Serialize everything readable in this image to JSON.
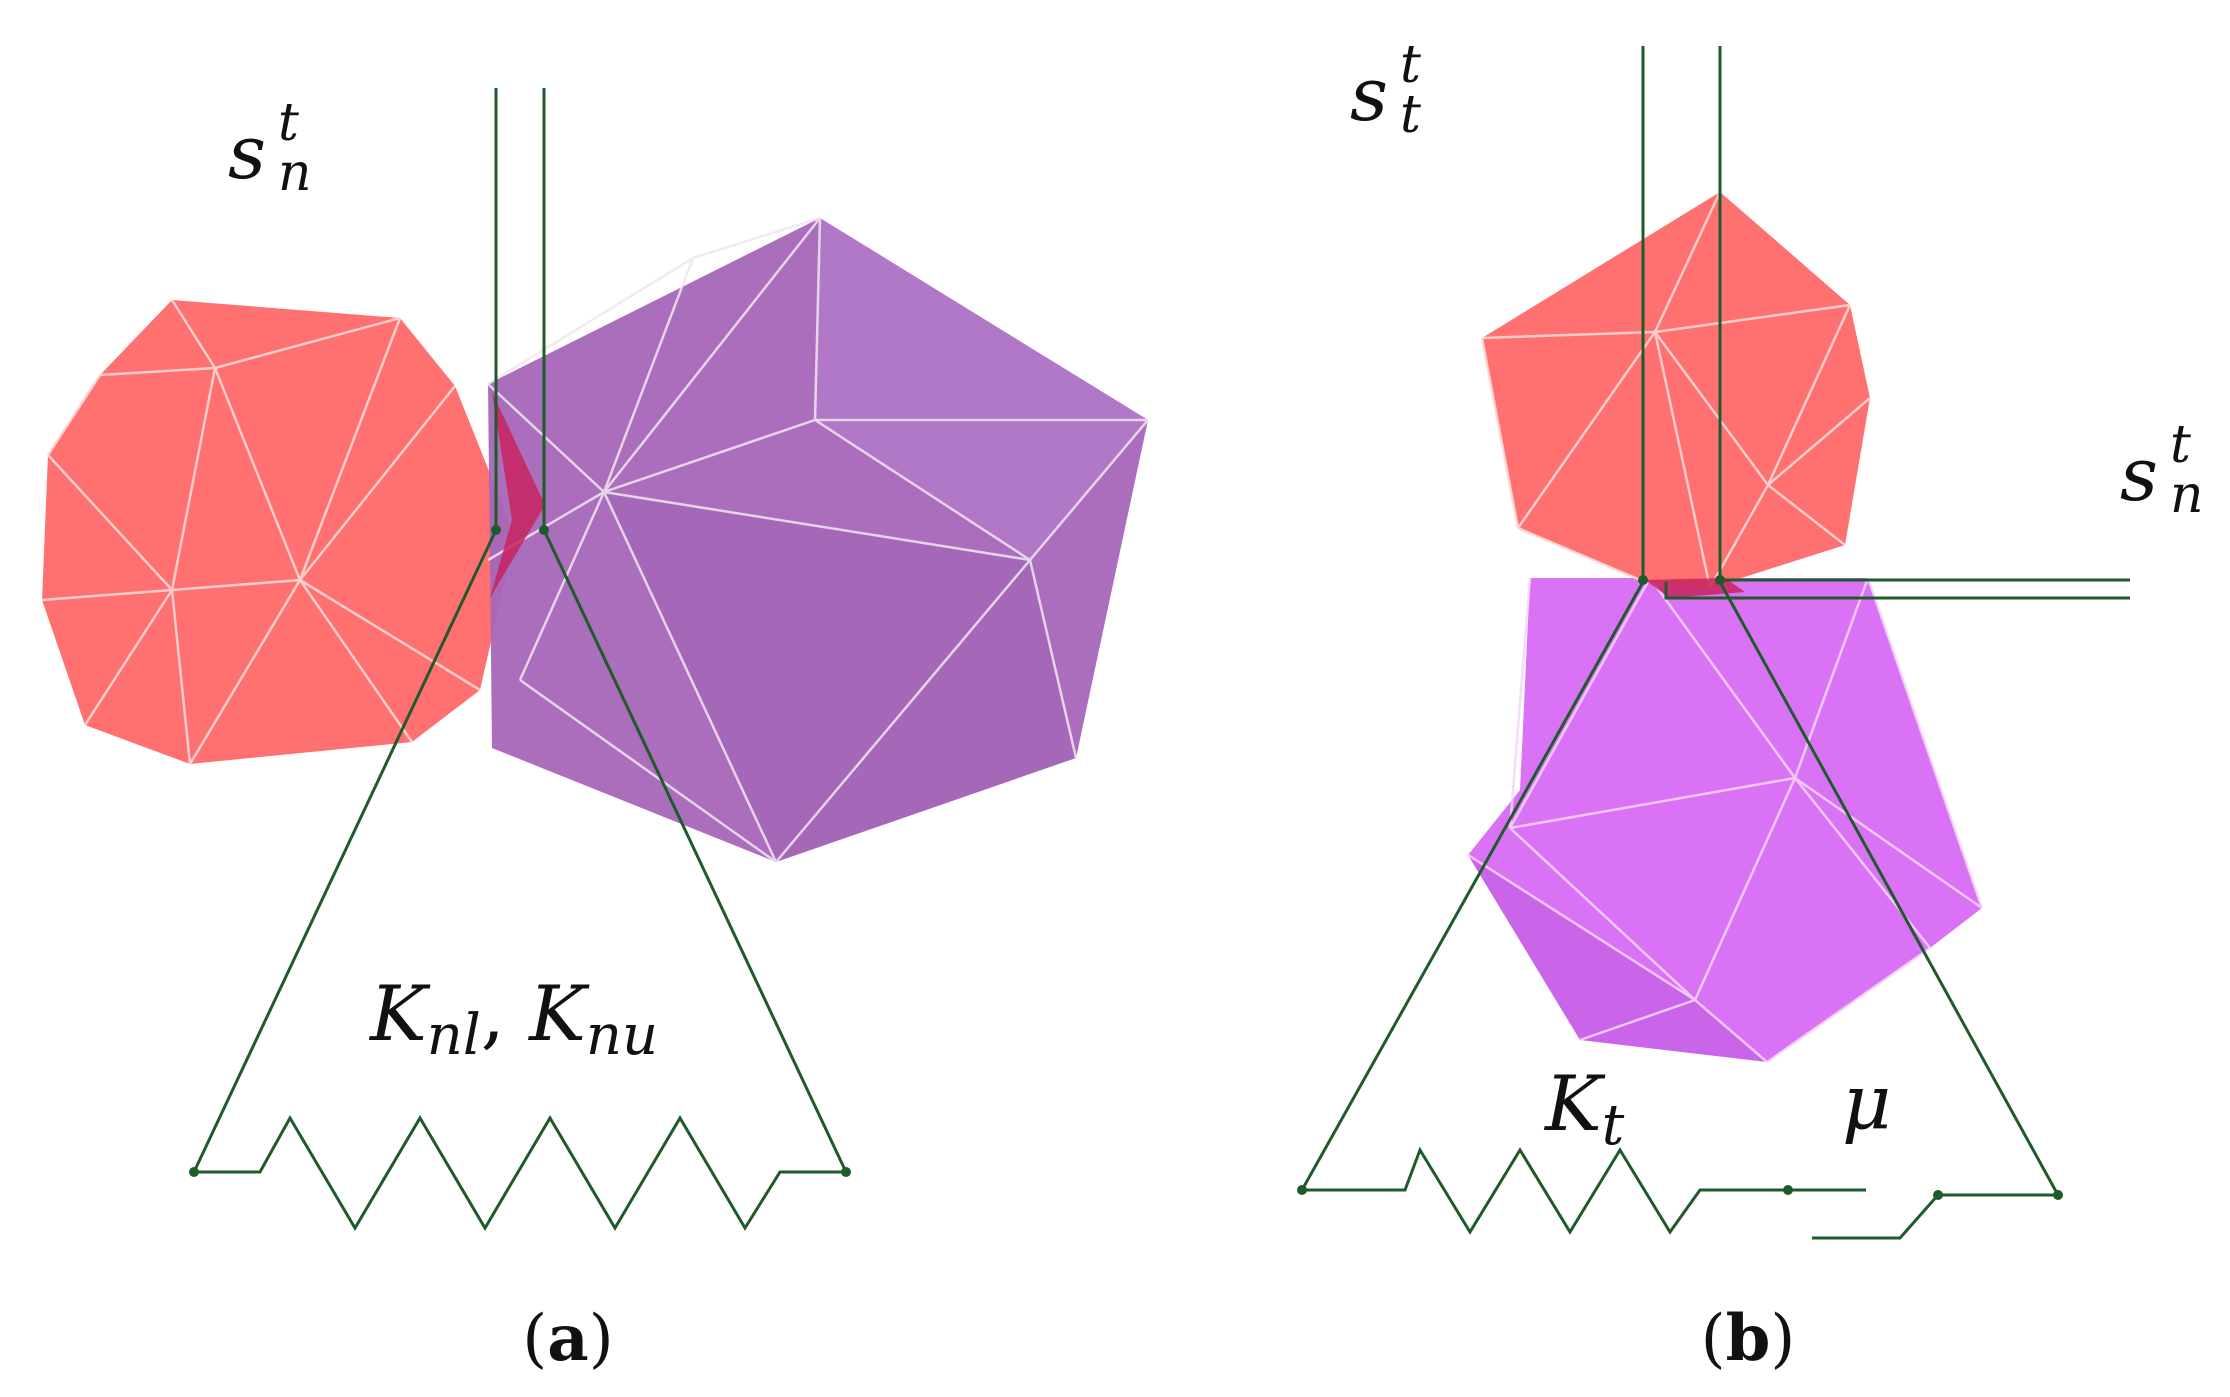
{
  "panels": [
    {
      "caption_open": "(",
      "caption_letter": "a",
      "caption_close": ")",
      "label_slip_base": "s",
      "label_slip_sup": "t",
      "label_slip_sub": "n",
      "label_stiffness_1_base": "K",
      "label_stiffness_1_sub": "nl",
      "label_separator": ", ",
      "label_stiffness_2_base": "K",
      "label_stiffness_2_sub": "nu"
    },
    {
      "caption_open": "(",
      "caption_letter": "b",
      "caption_close": ")",
      "label_slip_t_base": "s",
      "label_slip_t_sup": "t",
      "label_slip_t_sub": "t",
      "label_slip_n_base": "s",
      "label_slip_n_sup": "t",
      "label_slip_n_sub": "n",
      "label_stiffness_base": "K",
      "label_stiffness_sub": "t",
      "label_friction": "μ"
    }
  ],
  "colors": {
    "red_particle": "#ff6b6b",
    "purple_particle_a": "#a566b8",
    "purple_particle_b": "#d766f5",
    "overlap": "#c7245e",
    "wire": "#1f5a2a",
    "edge": "#f2e6f0"
  }
}
